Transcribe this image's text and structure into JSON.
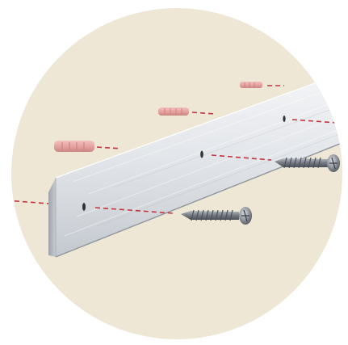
{
  "scene": {
    "subject": "aluminium-wall-rail-installation",
    "colors": {
      "page_background": "#ffffff",
      "circle_background": "#eee7d5",
      "rail_face_light": "#eceef1",
      "rail_face_mid": "#c9ced5",
      "rail_edge": "#8f959d",
      "screw": "#7b8088",
      "screw_dark": "#4d525a",
      "wall_plug": "#e8a7a4",
      "wall_plug_shade": "#c98582",
      "guide_line": "#c3363f"
    },
    "items": {
      "screws": 2,
      "wall_plugs": 3,
      "rail_holes": 3
    }
  }
}
